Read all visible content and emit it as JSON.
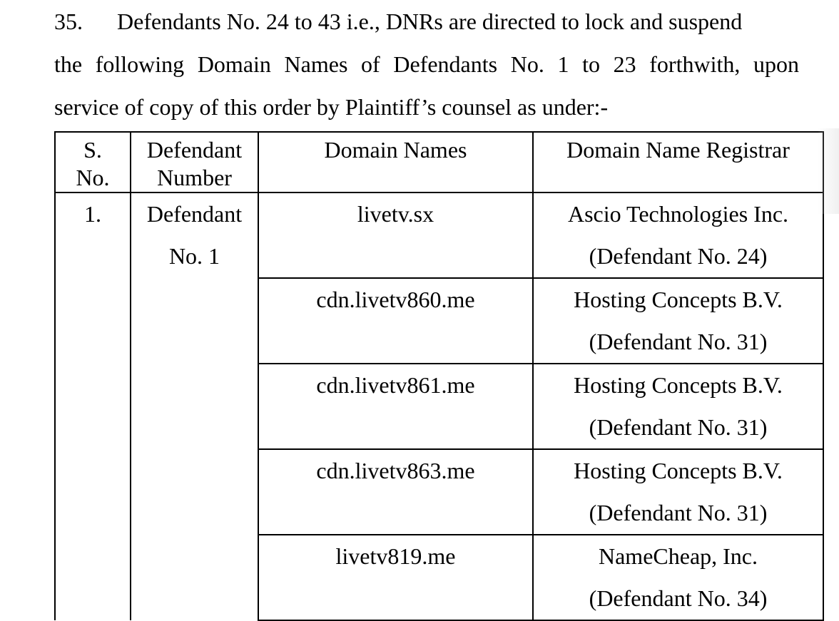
{
  "paragraph": {
    "number": "35.",
    "line1": "Defendants No. 24 to 43 i.e., DNRs are directed to lock and suspend",
    "line2": "the following Domain Names of Defendants No. 1 to 23 forthwith, upon",
    "line3": "service of copy of this order by Plaintiff’s counsel as under:-"
  },
  "table": {
    "headers": {
      "sno_line1": "S.",
      "sno_line2": "No.",
      "defendant_line1": "Defendant",
      "defendant_line2": "Number",
      "domain": "Domain Names",
      "registrar": "Domain Name Registrar"
    },
    "sno": "1.",
    "defendant_line1": "Defendant",
    "defendant_line2": "No. 1",
    "rows": [
      {
        "domain": "livetv.sx",
        "registrar": "Ascio Technologies Inc.",
        "registrar_defendant": "(Defendant No. 24)"
      },
      {
        "domain": "cdn.livetv860.me",
        "registrar": "Hosting Concepts B.V.",
        "registrar_defendant": "(Defendant No. 31)"
      },
      {
        "domain": "cdn.livetv861.me",
        "registrar": "Hosting Concepts B.V.",
        "registrar_defendant": "(Defendant No. 31)"
      },
      {
        "domain": "cdn.livetv863.me",
        "registrar": "Hosting Concepts B.V.",
        "registrar_defendant": "(Defendant No. 31)"
      },
      {
        "domain": "livetv819.me",
        "registrar": "NameCheap, Inc.",
        "registrar_defendant": "(Defendant No. 34)"
      }
    ]
  }
}
